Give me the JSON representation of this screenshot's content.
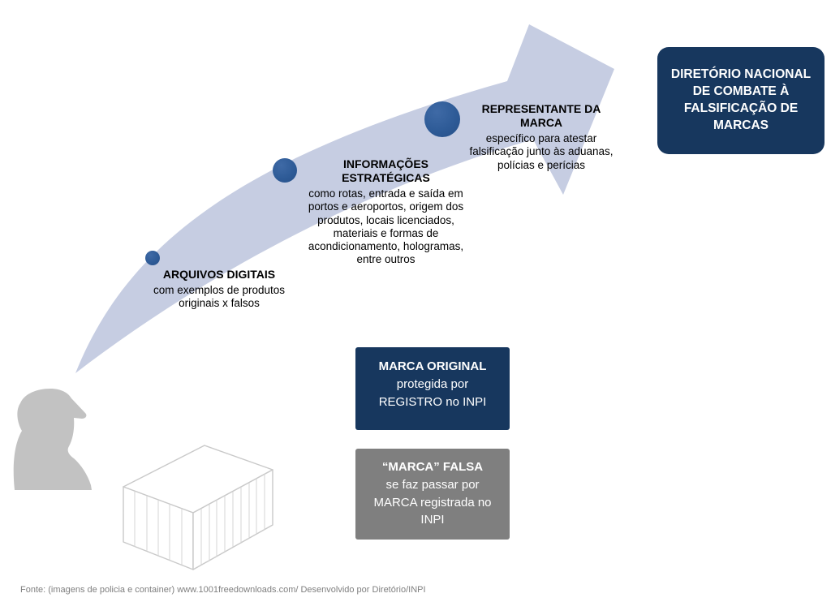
{
  "diagram": {
    "milestones": [
      {
        "label": "ARQUIVOS DIGITAIS",
        "description": "com exemplos de produtos originais x falsos"
      },
      {
        "label": "INFORMAÇÕES ESTRATÉGICAS",
        "description": "como rotas, entrada e saída em portos e aeroportos, origem dos produtos, locais licenciados, materiais e formas de acondicionamento, hologramas, entre outros"
      },
      {
        "label": "REPRESENTANTE DA MARCA",
        "description": "específico para atestar falsificação junto às aduanas, polícias e perícias"
      }
    ],
    "goal_box": {
      "label": "DIRETÓRIO NACIONAL DE COMBATE À FALSIFICAÇÃO DE MARCAS"
    },
    "original_box": {
      "title": "MARCA ORIGINAL",
      "body": "protegida por REGISTRO no INPI"
    },
    "fake_box": {
      "title": "“MARCA” FALSA",
      "body": "se faz passar por MARCA registrada no INPI"
    },
    "colors": {
      "arrow": "#c6cde2",
      "dot": "#2e5b97",
      "navy": "#17375e",
      "gray_box": "#7f7f7f",
      "silhouette": "#c2c2c2",
      "container_line": "#c9c9c9"
    }
  },
  "footer": {
    "source": "Fonte: (imagens de policia e container) www.1001freedownloads.com/ Desenvolvido por Diretório/INPI"
  }
}
